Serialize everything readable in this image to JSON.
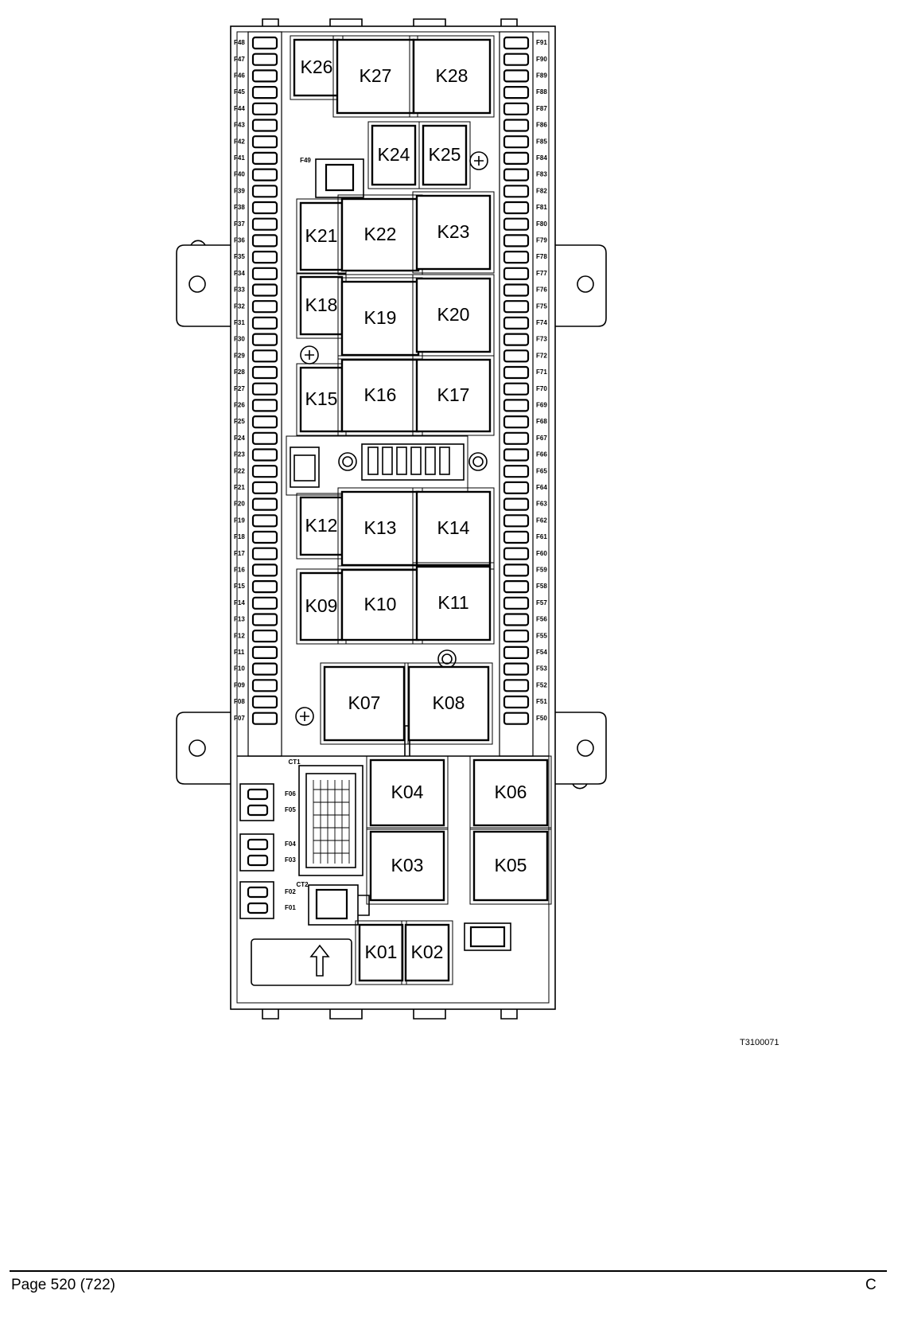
{
  "figure_id": "T3100071",
  "footer": {
    "page": "Page 520 (722)",
    "revision": "C"
  },
  "left_fuses": [
    "F48",
    "F47",
    "F46",
    "F45",
    "F44",
    "F43",
    "F42",
    "F41",
    "F40",
    "F39",
    "F38",
    "F37",
    "F36",
    "F35",
    "F34",
    "F33",
    "F32",
    "F31",
    "F30",
    "F29",
    "F28",
    "F27",
    "F26",
    "F25",
    "F24",
    "F23",
    "F22",
    "F21",
    "F20",
    "F19",
    "F18",
    "F17",
    "F16",
    "F15",
    "F14",
    "F13",
    "F12",
    "F11",
    "F10",
    "F09",
    "F08",
    "F07"
  ],
  "right_fuses": [
    "F91",
    "F90",
    "F89",
    "F88",
    "F87",
    "F86",
    "F85",
    "F84",
    "F83",
    "F82",
    "F81",
    "F80",
    "F79",
    "F78",
    "F77",
    "F76",
    "F75",
    "F74",
    "F73",
    "F72",
    "F71",
    "F70",
    "F69",
    "F68",
    "F67",
    "F66",
    "F65",
    "F64",
    "F63",
    "F62",
    "F61",
    "F60",
    "F59",
    "F58",
    "F57",
    "F56",
    "F55",
    "F54",
    "F53",
    "F52",
    "F51",
    "F50"
  ],
  "extra_fuse": "F49",
  "lower_fuses": [
    "F06",
    "F05",
    "F04",
    "F03",
    "F02",
    "F01"
  ],
  "connectors": [
    "CT1",
    "CT2"
  ],
  "relays": [
    "K26",
    "K27",
    "K28",
    "K24",
    "K25",
    "K21",
    "K22",
    "K23",
    "K18",
    "K19",
    "K20",
    "K15",
    "K16",
    "K17",
    "K12",
    "K13",
    "K14",
    "K09",
    "K10",
    "K11",
    "K07",
    "K08",
    "K04",
    "K06",
    "K03",
    "K05",
    "K01",
    "K02"
  ]
}
